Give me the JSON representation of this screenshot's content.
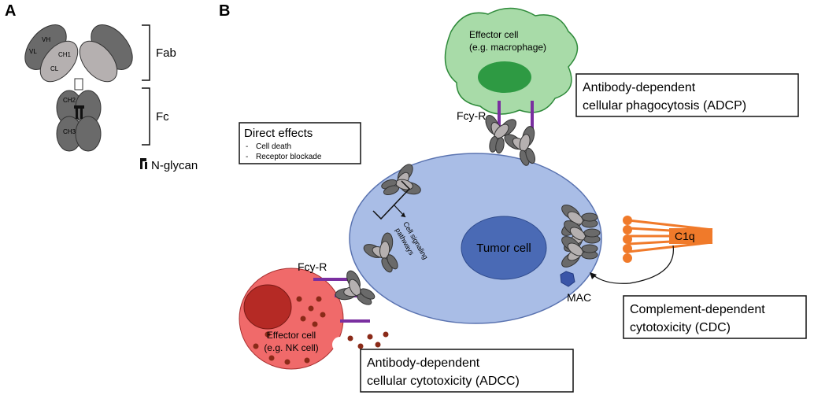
{
  "panels": {
    "a": "A",
    "b": "B"
  },
  "antibody_domains": {
    "vh": "VH",
    "vl": "VL",
    "ch1": "CH1",
    "cl": "CL",
    "ch2": "CH2",
    "ch3": "CH3"
  },
  "brackets": {
    "fab": "Fab",
    "fc": "Fc"
  },
  "legend": {
    "nglycan": "N-glycan"
  },
  "effector_macrophage": {
    "line1": "Effector cell",
    "line2": "(e.g. macrophage)"
  },
  "effector_nk": {
    "line1": "Effector cell",
    "line2": "(e.g. NK cell)"
  },
  "receptor_labels": {
    "top": "Fcy-R",
    "left": "Fcy-R"
  },
  "boxes": {
    "direct": {
      "title": "Direct effects",
      "items": [
        "Cell death",
        "Receptor blockade"
      ]
    },
    "adcp": {
      "line1": "Antibody-dependent",
      "line2": "cellular phagocytosis (ADCP)"
    },
    "cdc": {
      "line1": "Complement-dependent",
      "line2": "cytotoxicity (CDC)"
    },
    "adcc": {
      "line1": "Antibody-dependent",
      "line2": "cellular cytotoxicity (ADCC)"
    }
  },
  "annotations": {
    "signaling_1": "Cell signaling",
    "signaling_2": "pathways",
    "tumor": "Tumor cell",
    "c1q": "C1q",
    "mac": "MAC"
  },
  "colors": {
    "tumor_fill": "#a9bde6",
    "tumor_nucleus": "#4a6ab5",
    "macrophage": "#a8dba8",
    "macrophage_nucleus": "#2e9a43",
    "nk_cell": "#f06a6a",
    "nk_nucleus": "#b52a25",
    "complement": "#f07a2a",
    "receptor": "#7a2fa0",
    "antibody_dark": "#666666",
    "antibody_light": "#b0aaaa"
  }
}
